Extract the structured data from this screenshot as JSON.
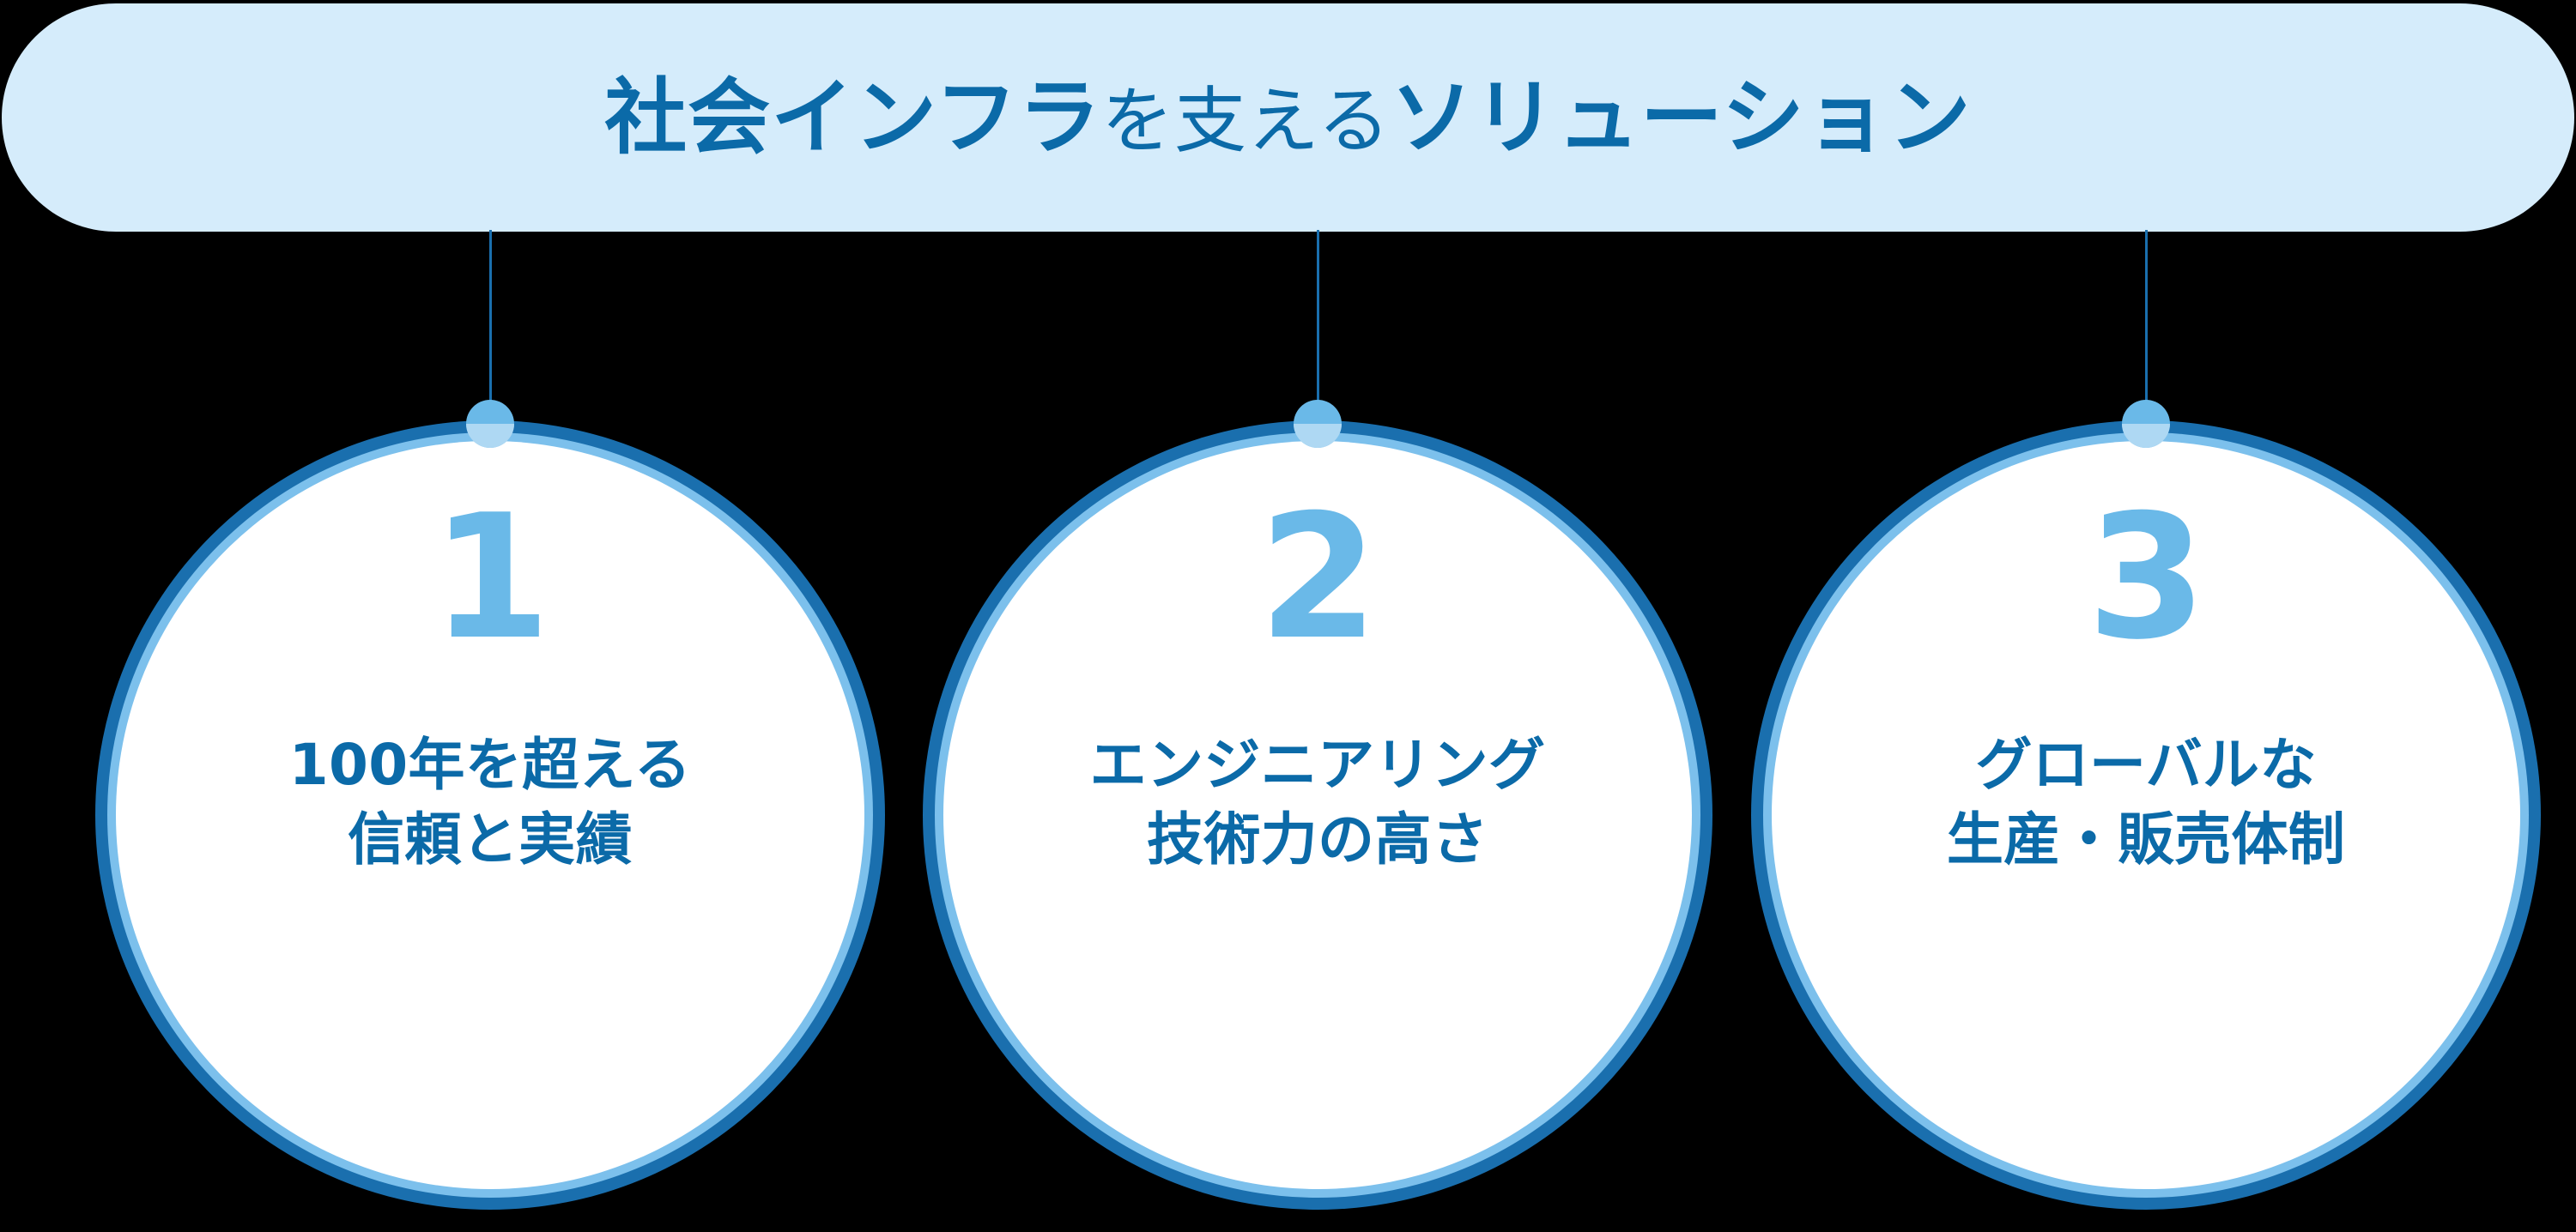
{
  "header": {
    "title_strong_1": "社会インフラ",
    "title_light": "を支える",
    "title_strong_2": "ソリューション",
    "background_color": "#d5ecfb",
    "text_color": "#0b6aa8"
  },
  "colors": {
    "canvas": "#000000",
    "ring_dark_blue": "#1a6fae",
    "ring_light_blue": "#7cc0ec",
    "accent_light_blue": "#6ab9e8",
    "dot_inner": "#aed8f3",
    "text_dark_blue": "#0b6aa8",
    "circle_fill": "#ffffff",
    "connector_line": "#1a6fae"
  },
  "items": [
    {
      "number": "1",
      "label": "100年を超える\n信頼と実績"
    },
    {
      "number": "2",
      "label": "エンジニアリング\n技術力の高さ"
    },
    {
      "number": "3",
      "label": "グローバルな\n生産・販売体制"
    }
  ]
}
